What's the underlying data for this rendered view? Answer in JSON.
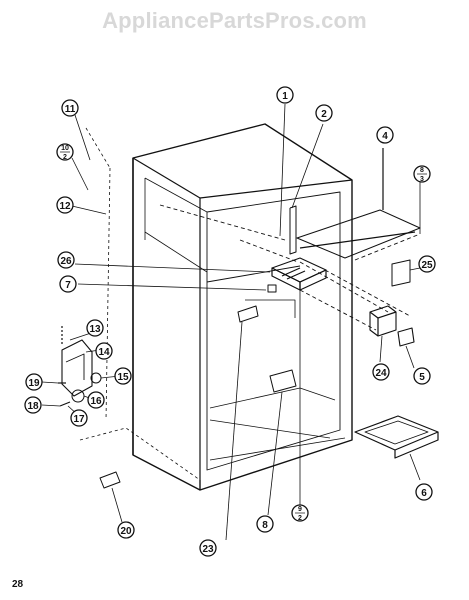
{
  "watermark": "AppliancePartsPros.com",
  "page_number": "28",
  "callouts": {
    "c1": "1",
    "c2": "2",
    "c4": "4",
    "c5": "5",
    "c6": "6",
    "c7": "7",
    "c8": "8",
    "c11": "11",
    "c12": "12",
    "c13": "13",
    "c14": "14",
    "c15": "15",
    "c16": "16",
    "c17": "17",
    "c18": "18",
    "c19": "19",
    "c20": "20",
    "c23": "23",
    "c24": "24",
    "c25": "25",
    "c26": "26",
    "frac_10_2": {
      "top": "10",
      "bottom": "2"
    },
    "frac_9_2": {
      "top": "9",
      "bottom": "2"
    },
    "frac_8_3": {
      "top": "8",
      "bottom": "3"
    }
  }
}
